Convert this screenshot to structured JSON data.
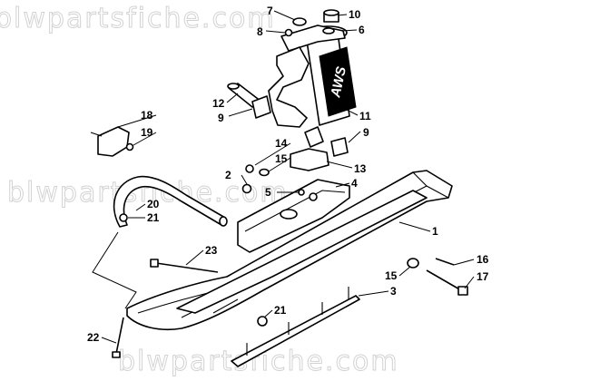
{
  "watermark": {
    "text": "blwpartsfiche.com"
  },
  "brand_decal": {
    "text": "AWS"
  },
  "callouts": [
    {
      "id": "c7",
      "label": "7"
    },
    {
      "id": "c10",
      "label": "10"
    },
    {
      "id": "c8",
      "label": "8"
    },
    {
      "id": "c6",
      "label": "6"
    },
    {
      "id": "c12",
      "label": "12"
    },
    {
      "id": "c9a",
      "label": "9"
    },
    {
      "id": "c11",
      "label": "11"
    },
    {
      "id": "c9b",
      "label": "9"
    },
    {
      "id": "c18",
      "label": "18"
    },
    {
      "id": "c19",
      "label": "19"
    },
    {
      "id": "c14",
      "label": "14"
    },
    {
      "id": "c15a",
      "label": "15"
    },
    {
      "id": "c13",
      "label": "13"
    },
    {
      "id": "c2",
      "label": "2"
    },
    {
      "id": "c4",
      "label": "4"
    },
    {
      "id": "c5",
      "label": "5"
    },
    {
      "id": "c20",
      "label": "20"
    },
    {
      "id": "c21a",
      "label": "21"
    },
    {
      "id": "c1",
      "label": "1"
    },
    {
      "id": "c23",
      "label": "23"
    },
    {
      "id": "c16",
      "label": "16"
    },
    {
      "id": "c15b",
      "label": "15"
    },
    {
      "id": "c17",
      "label": "17"
    },
    {
      "id": "c3",
      "label": "3"
    },
    {
      "id": "c21b",
      "label": "21"
    },
    {
      "id": "c22",
      "label": "22"
    }
  ]
}
